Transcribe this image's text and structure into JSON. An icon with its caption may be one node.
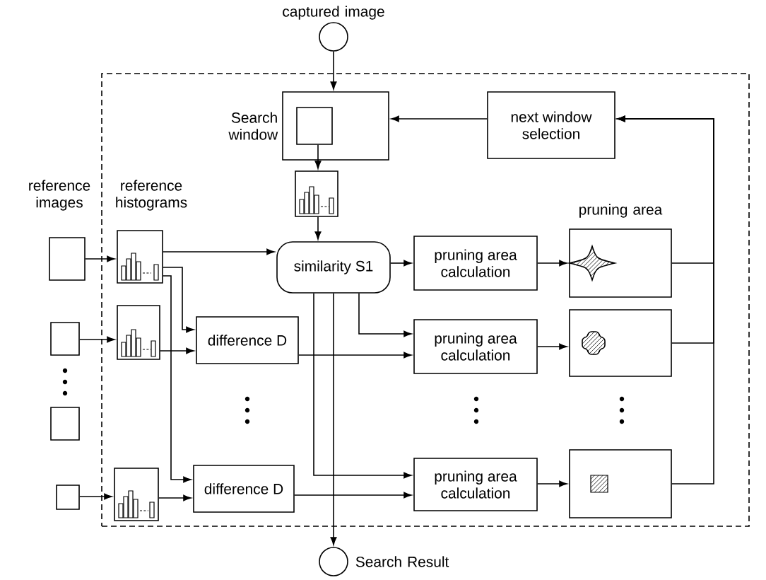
{
  "diagram": {
    "nodes": [
      {
        "text": [
          "captured image"
        ]
      },
      {
        "text": [],
        "shape": "box"
      },
      {
        "text": [
          "Search window"
        ],
        "in": 1
      },
      {
        "text": [],
        "shape": "box",
        "in": 2
      },
      {
        "text": [],
        "shape": "picture",
        "in": 1
      },
      {
        "text": [
          "next window selection"
        ],
        "in": 1
      },
      {
        "text": [
          "similarity S1"
        ],
        "in": 1
      },
      {
        "text": [
          "pruning area calculation"
        ],
        "in": 1
      },
      {
        "text": [
          "pruning area"
        ],
        "in": 1
      },
      {
        "text": [
          "reference images"
        ]
      },
      {
        "text": [
          "reference histograms"
        ],
        "in": 1
      },
      {
        "text": [],
        "shape": "box"
      },
      {
        "text": [],
        "shape": "picture",
        "in": 1
      },
      {
        "text": [
          "difference D"
        ],
        "in": 1
      },
      {
        "text": [
          "pruning area calculation"
        ],
        "in": 1
      },
      {
        "text": [],
        "shape": "picture",
        "in": 1
      },
      {
        "text": [],
        "shape": "box"
      },
      {
        "text": [],
        "shape": "box"
      },
      {
        "text": [],
        "shape": "picture",
        "in": 1
      },
      {
        "text": [
          "difference D"
        ],
        "in": 1
      },
      {
        "text": [
          "pruning area calculation"
        ],
        "in": 1
      },
      {
        "text": [],
        "shape": "picture",
        "in": 1
      },
      {
        "text": [
          "Search Result"
        ]
      }
    ],
    "edges": [
      {
        "from": 0,
        "to": 2,
        "arrow": "to"
      },
      {
        "from": 3,
        "to": 4,
        "arrow": "to"
      },
      {
        "from": 4,
        "to": 6,
        "arrow": "to"
      },
      {
        "from": 5,
        "to": 2,
        "arrow": "to"
      },
      {
        "from": 10,
        "to": 6,
        "arrow": "to"
      },
      {
        "from": 6,
        "to": 7,
        "arrow": "to"
      },
      {
        "from": 7,
        "to": 8,
        "arrow": "to"
      },
      {
        "from": 8,
        "to": 5,
        "arrow": "to"
      },
      {
        "from": 15,
        "to": 5,
        "arrow": "to"
      },
      {
        "from": 21,
        "to": 5,
        "arrow": "to"
      },
      {
        "from": 9,
        "to": 10,
        "arrow": "to"
      },
      {
        "from": 11,
        "to": 12,
        "arrow": "to"
      },
      {
        "from": 17,
        "to": 18,
        "arrow": "to"
      },
      {
        "from": 10,
        "to": 13,
        "arrow": "to"
      },
      {
        "from": 10,
        "to": 19,
        "arrow": "to"
      },
      {
        "from": 12,
        "to": 13,
        "arrow": "to"
      },
      {
        "from": 18,
        "to": 19,
        "arrow": "to"
      },
      {
        "from": 6,
        "to": 14,
        "arrow": "to"
      },
      {
        "from": 13,
        "to": 14,
        "arrow": "to"
      },
      {
        "from": 6,
        "to": 20,
        "arrow": "to"
      },
      {
        "from": 19,
        "to": 20,
        "arrow": "to"
      },
      {
        "from": 6,
        "to": 22,
        "arrow": "to"
      },
      {
        "from": 14,
        "to": 15,
        "arrow": "to"
      },
      {
        "from": 20,
        "to": 21,
        "arrow": "to"
      }
    ]
  }
}
